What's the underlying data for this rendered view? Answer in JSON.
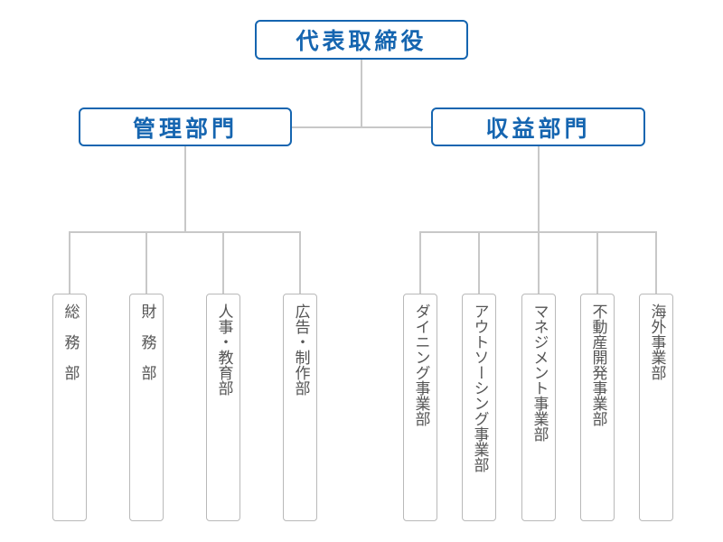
{
  "top": {
    "label": "代表取締役"
  },
  "divisions": [
    {
      "label": "管理部門"
    },
    {
      "label": "収益部門"
    }
  ],
  "admin_departments": [
    {
      "label": "総務部"
    },
    {
      "label": "財務部"
    },
    {
      "label": "人事・教育部"
    },
    {
      "label": "広告・制作部"
    }
  ],
  "revenue_departments": [
    {
      "label": "ダイニング事業部"
    },
    {
      "label": "アウトソーシング事業部"
    },
    {
      "label": "マネジメント事業部"
    },
    {
      "label": "不動産開発事業部"
    },
    {
      "label": "海外事業部"
    }
  ],
  "colors": {
    "accent": "#1565b0",
    "connector": "#c8c8c8",
    "dept_border": "#b9b9b9",
    "dept_text": "#555555"
  }
}
